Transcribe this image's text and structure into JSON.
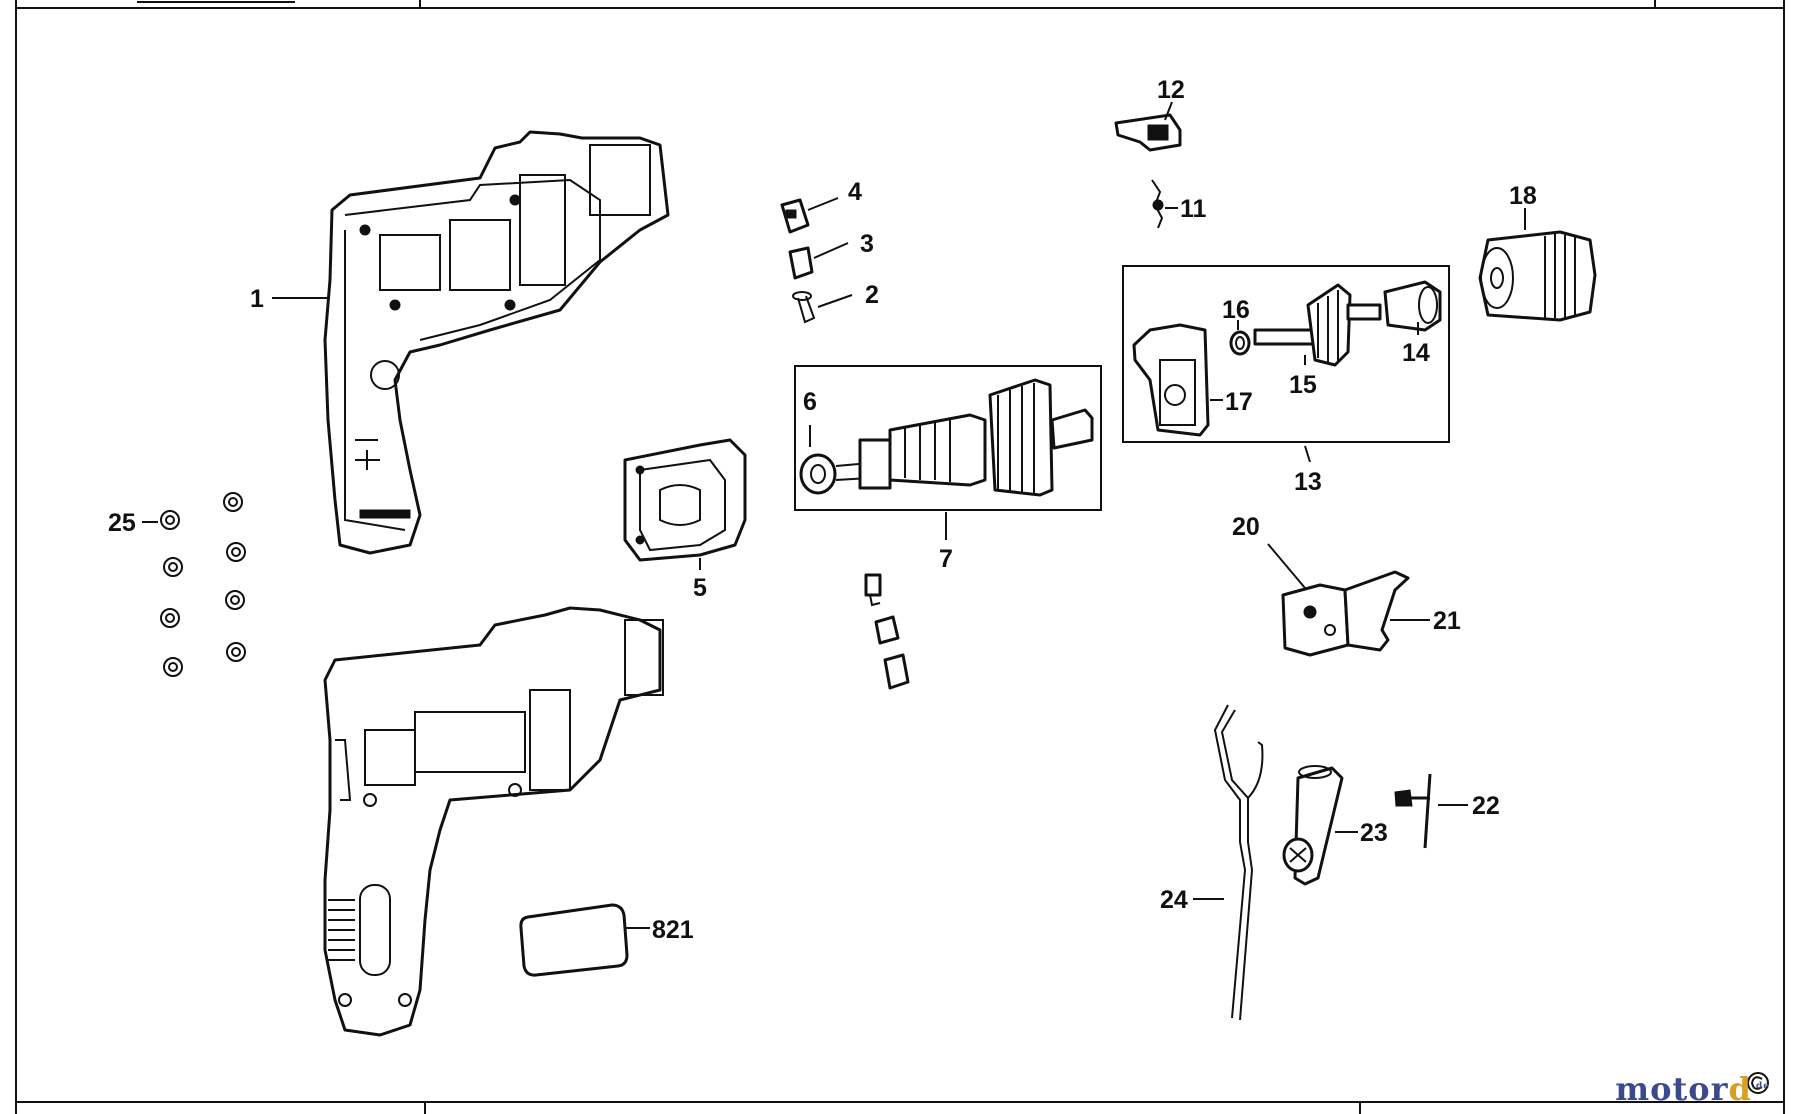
{
  "callouts": {
    "c1": "1",
    "c2": "2",
    "c3": "3",
    "c4": "4",
    "c5": "5",
    "c6": "6",
    "c7": "7",
    "c11": "11",
    "c12": "12",
    "c13": "13",
    "c14": "14",
    "c15": "15",
    "c16": "16",
    "c17": "17",
    "c18": "18",
    "c20": "20",
    "c21": "21",
    "c22": "22",
    "c23": "23",
    "c24": "24",
    "c25": "25",
    "c821": "821"
  },
  "watermark": {
    "main": "motor",
    "tail": "d",
    "suffix": ".de"
  },
  "colors": {
    "line": "#111111",
    "background": "#ffffff",
    "watermark_main": "#3a4a8c",
    "watermark_tail": "#d8a020"
  }
}
